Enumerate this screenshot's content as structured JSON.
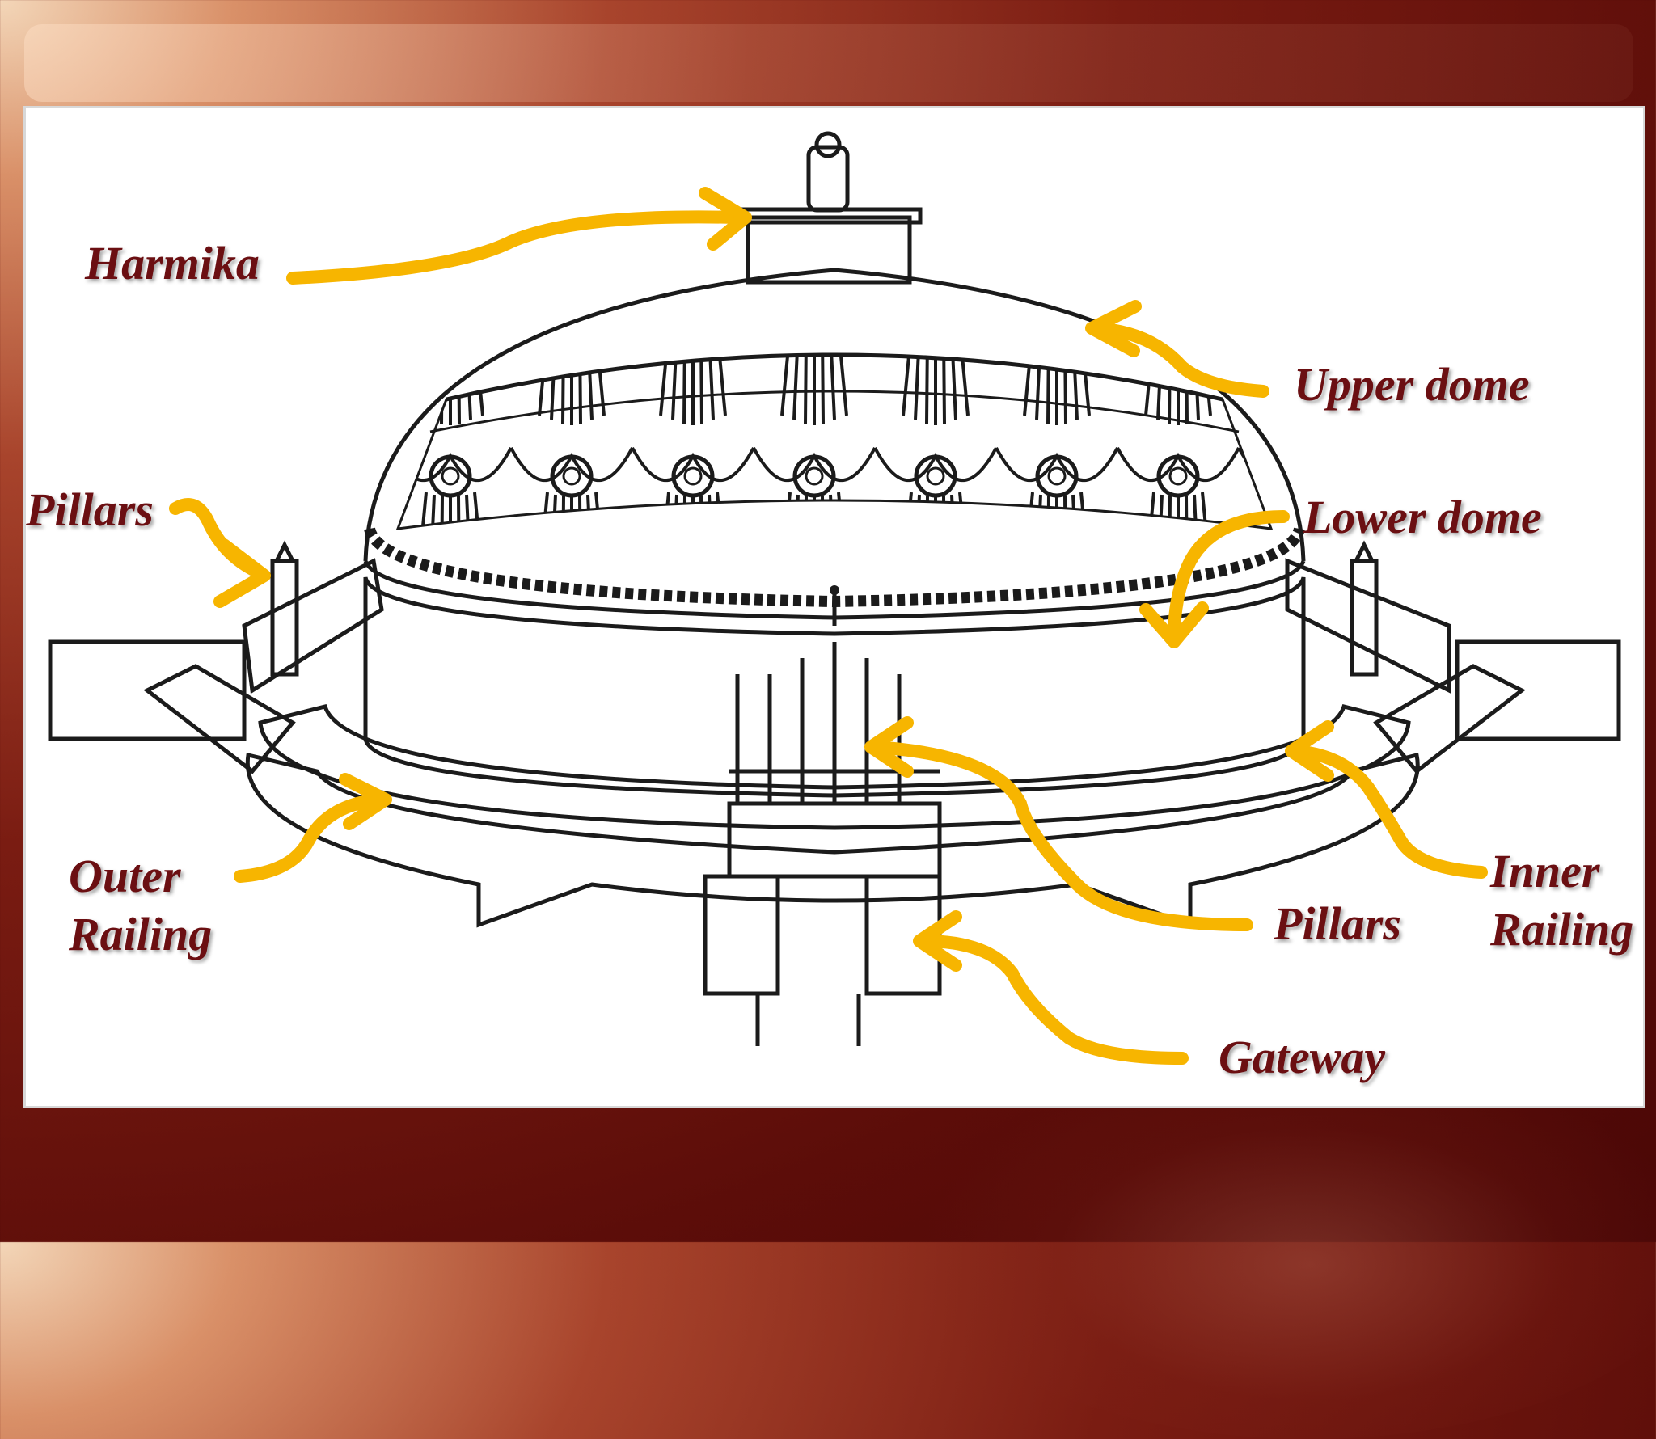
{
  "labels": {
    "harmika": "Harmika",
    "upper_dome": "Upper dome",
    "lower_dome": "Lower dome",
    "pillars_left": "Pillars",
    "pillars_right": "Pillars",
    "outer_railing": "Outer\nRailing",
    "inner_railing": "Inner\nRailing",
    "gateway": "Gateway"
  },
  "colors": {
    "label_text": "#6b0f12",
    "arrow": "#f7b500",
    "background_dark": "#5c0d09",
    "panel": "#ffffff"
  }
}
